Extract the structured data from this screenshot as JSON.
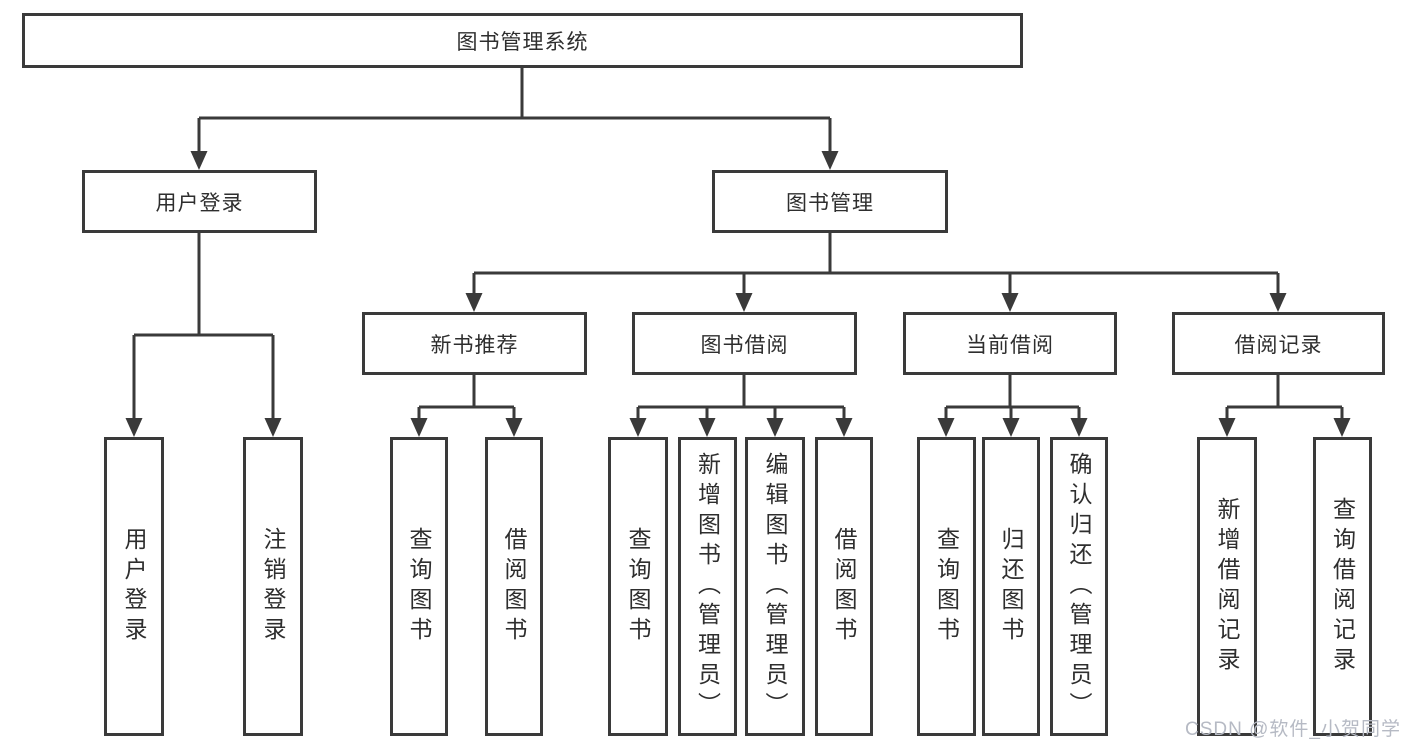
{
  "diagram": {
    "root": {
      "label": "图书管理系统"
    },
    "level1": [
      {
        "id": "user-login",
        "label": "用户登录"
      },
      {
        "id": "book-management",
        "label": "图书管理"
      }
    ],
    "level2": [
      {
        "id": "new-book-recommend",
        "parent": "图书管理",
        "label": "新书推荐"
      },
      {
        "id": "book-borrow",
        "parent": "图书管理",
        "label": "图书借阅"
      },
      {
        "id": "current-borrow",
        "parent": "图书管理",
        "label": "当前借阅"
      },
      {
        "id": "borrow-records",
        "parent": "图书管理",
        "label": "借阅记录"
      }
    ],
    "leaves": [
      {
        "parent": "用户登录",
        "label": "用户登录"
      },
      {
        "parent": "用户登录",
        "label": "注销登录"
      },
      {
        "parent": "新书推荐",
        "label": "查询图书"
      },
      {
        "parent": "新书推荐",
        "label": "借阅图书"
      },
      {
        "parent": "图书借阅",
        "label": "查询图书"
      },
      {
        "parent": "图书借阅",
        "label": "新增图书（管理员）"
      },
      {
        "parent": "图书借阅",
        "label": "编辑图书（管理员）"
      },
      {
        "parent": "图书借阅",
        "label": "借阅图书"
      },
      {
        "parent": "当前借阅",
        "label": "查询图书"
      },
      {
        "parent": "当前借阅",
        "label": "归还图书"
      },
      {
        "parent": "当前借阅",
        "label": "确认归还（管理员）"
      },
      {
        "parent": "借阅记录",
        "label": "新增借阅记录"
      },
      {
        "parent": "借阅记录",
        "label": "查询借阅记录"
      }
    ]
  },
  "watermark": {
    "text": "CSDN @软件_小贺同学",
    "color": "#b6bac4"
  },
  "colors": {
    "line": "#3a3a3a",
    "box_border": "#3a3a3a",
    "box_fill": "#ffffff",
    "text": "#2e2e2e",
    "background": "#ffffff"
  }
}
